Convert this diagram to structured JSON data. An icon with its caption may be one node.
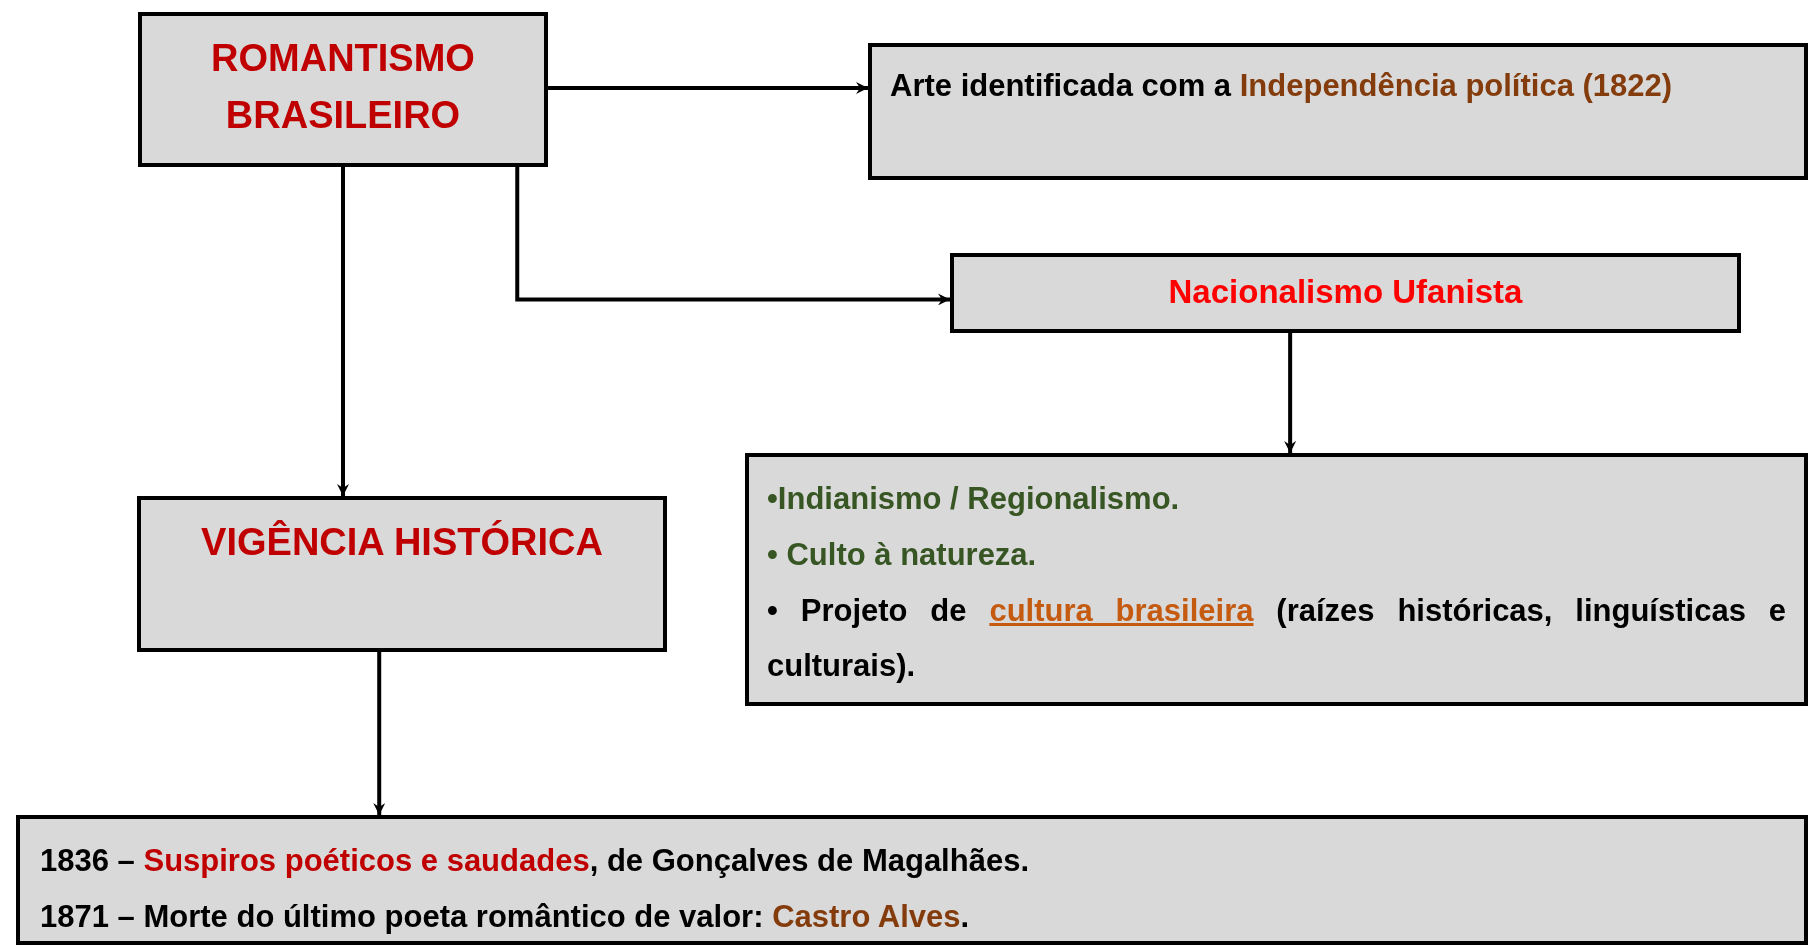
{
  "diagram": {
    "nodes": [
      {
        "text": [
          "ROMANTISMO BRASILEIRO"
        ]
      },
      {
        "text": [
          "Arte identificada com a",
          "Independência política (1822)"
        ]
      },
      {
        "text": [
          "Nacionalismo Ufanista"
        ]
      },
      {
        "text": [
          "•Indianismo / Regionalismo.",
          "• Culto à natureza.",
          "• Projeto de",
          "cultura brasileira",
          "(raízes históricas, linguísticas e culturais)."
        ]
      },
      {
        "text": [
          "VIGÊNCIA HISTÓRICA"
        ]
      },
      {
        "text": [
          "1836 –",
          "Suspiros poéticos e saudades",
          ", de Gonçalves de Magalhães.",
          "1871 –",
          "Morte do último poeta romântico de valor:",
          "Castro Alves",
          "."
        ]
      }
    ],
    "edges": [
      {
        "from": 0,
        "to": 1,
        "arrow": "to"
      },
      {
        "from": 0,
        "to": 2,
        "arrow": "to"
      },
      {
        "from": 0,
        "to": 4,
        "arrow": "to"
      },
      {
        "from": 2,
        "to": 3,
        "arrow": "to"
      },
      {
        "from": 4,
        "to": 5,
        "arrow": "to"
      }
    ]
  }
}
